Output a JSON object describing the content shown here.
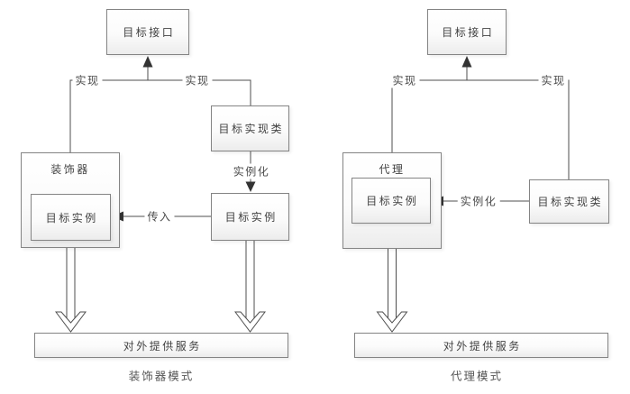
{
  "left": {
    "caption": "装饰器模式",
    "nodes": {
      "interface": "目标接口",
      "impl_class": "目标实现类",
      "container": "装饰器",
      "inner_instance": "目标实例",
      "outer_instance": "目标实例",
      "service": "对外提供服务"
    },
    "edges": {
      "realize_left": "实现",
      "realize_right": "实现",
      "instantiate": "实例化",
      "pass_in": "传入"
    }
  },
  "right": {
    "caption": "代理模式",
    "nodes": {
      "interface": "目标接口",
      "container": "代理",
      "inner_instance": "目标实例",
      "impl_class": "目标实现类",
      "service": "对外提供服务"
    },
    "edges": {
      "realize_left": "实现",
      "realize_right": "实现",
      "instantiate": "实例化"
    }
  },
  "colors": {
    "line": "#4f4f4f",
    "box_border": "#848484",
    "text": "#424242",
    "background": "#ffffff"
  }
}
